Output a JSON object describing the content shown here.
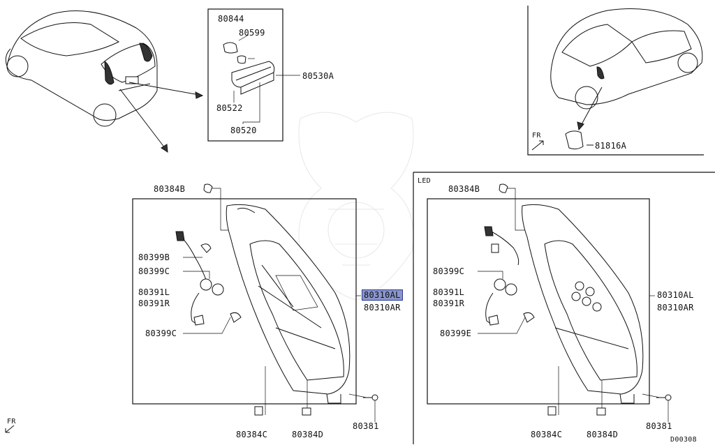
{
  "diagram": {
    "labels": {
      "p80844": "80844",
      "p80599": "80599",
      "p80530A": "80530A",
      "p80522": "80522",
      "p80520": "80520",
      "p81816A": "81816A",
      "fr_top": "FR",
      "fr_bottom": "FR",
      "led": "LED",
      "left_80384B": "80384B",
      "left_80399B": "80399B",
      "left_80399C": "80399C",
      "left_80391L": "80391L",
      "left_80391R": "80391R",
      "left_80399C_2": "80399C",
      "left_80310AL": "80310AL",
      "left_80310AR": "80310AR",
      "left_80384C": "80384C",
      "left_80384D": "80384D",
      "left_80381": "80381",
      "right_80384B": "80384B",
      "right_80399C": "80399C",
      "right_80391L": "80391L",
      "right_80391R": "80391R",
      "right_80399E": "80399E",
      "right_80310AL": "80310AL",
      "right_80310AR": "80310AR",
      "right_80384C": "80384C",
      "right_80384D": "80384D",
      "right_80381": "80381",
      "code": "D00308"
    },
    "highlighted_part": "80310AL",
    "colors": {
      "highlight": "#8b96cf",
      "line": "#111111",
      "background": "#ffffff"
    }
  }
}
